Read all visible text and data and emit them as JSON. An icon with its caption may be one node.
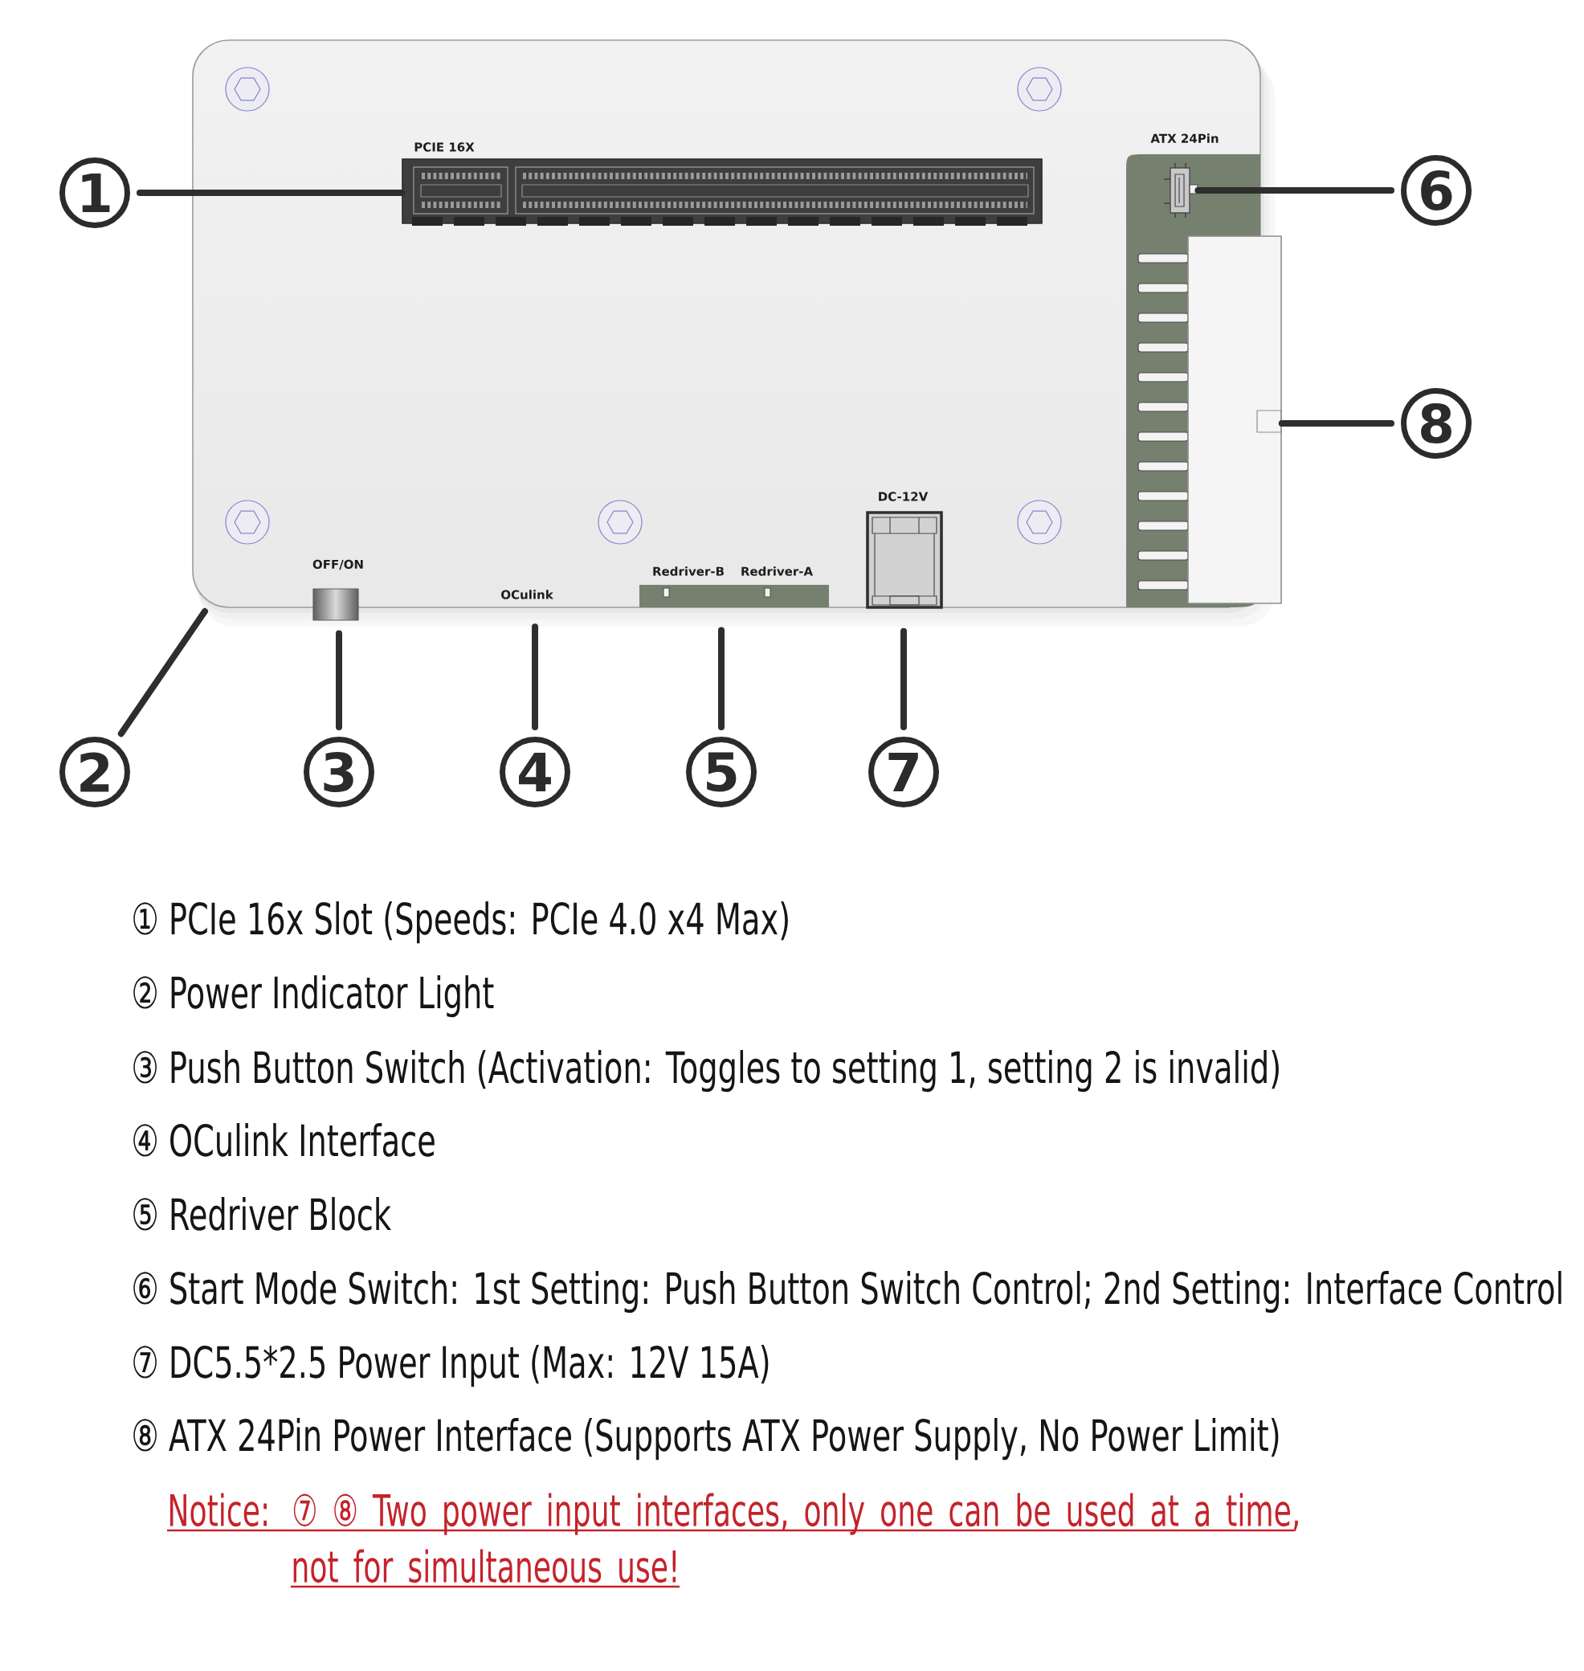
{
  "diagram": {
    "nodes": [
      {
        "text": [
          "1"
        ]
      },
      {
        "text": [
          "PCIE 16X"
        ]
      },
      {
        "text": [
          "ATX 24Pin"
        ]
      },
      {
        "text": [],
        "shape": "picture",
        "in": 2
      },
      {
        "text": [
          "6"
        ]
      },
      {
        "text": [],
        "shape": "picture"
      },
      {
        "text": [
          "8"
        ]
      },
      {
        "text": [
          "OFF/ON"
        ]
      },
      {
        "text": [
          "OCulink"
        ]
      },
      {
        "text": [
          "Redriver-B",
          "Redriver-A"
        ]
      },
      {
        "text": [
          "DC-12V"
        ]
      },
      {
        "text": [
          "2"
        ]
      },
      {
        "text": [
          "3"
        ]
      },
      {
        "text": [
          "4"
        ]
      },
      {
        "text": [
          "5"
        ]
      },
      {
        "text": [
          "7"
        ]
      }
    ],
    "edges": [
      {
        "from": 0,
        "to": 1,
        "arrow": "none"
      },
      {
        "from": 4,
        "to": 3,
        "arrow": "none"
      },
      {
        "from": 6,
        "to": 5,
        "arrow": "none"
      },
      {
        "from": 11,
        "to": null,
        "arrow": "none"
      },
      {
        "from": 12,
        "to": 7,
        "arrow": "none"
      },
      {
        "from": 13,
        "to": 8,
        "arrow": "none"
      },
      {
        "from": 14,
        "to": 9,
        "arrow": "none"
      },
      {
        "from": 15,
        "to": 10,
        "arrow": "none"
      }
    ],
    "labels": [
      "① PCIe 16x Slot (Speeds: PCIe 4.0 x4 Max)",
      "② Power Indicator Light",
      "③ Push Button Switch (Activation: Toggles to setting 1, setting 2 is invalid)",
      "④ OCulink Interface",
      "⑤ Redriver Block",
      "⑥ Start Mode Switch: 1st Setting: Push Button Switch Control; 2nd Setting: Interface Control",
      "⑦ DC5.5*2.5 Power Input (Max: 12V 15A)",
      "⑧ ATX 24Pin Power Interface (Supports ATX Power Supply, No Power Limit)",
      "Notice: ⑦ ⑧ Two power input interfaces, only one can be used at a time, not for simultaneous use!"
    ]
  }
}
